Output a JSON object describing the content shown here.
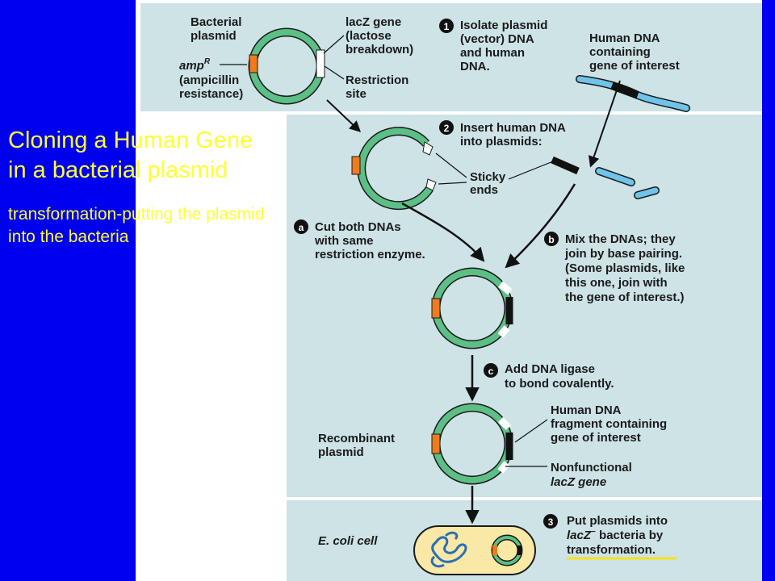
{
  "slide": {
    "title": "Cloning a Human Gene in a bacterial plasmid",
    "subtitle": "transformation-putting the plasmid into the bacteria"
  },
  "figure": {
    "labels": {
      "bacterial_plasmid": [
        "Bacterial",
        "plasmid"
      ],
      "ampr": "amp",
      "ampr_sup": "R",
      "ampr_desc": [
        "(ampicillin",
        "resistance)"
      ],
      "lacz_gene": [
        "lacZ gene",
        "(lactose",
        "breakdown)"
      ],
      "restriction_site": [
        "Restriction",
        "site"
      ],
      "human_dna": [
        "Human DNA",
        "containing",
        "gene of interest"
      ],
      "sticky_ends": [
        "Sticky",
        "ends"
      ],
      "recombinant_plasmid": [
        "Recombinant",
        "plasmid"
      ],
      "human_fragment": [
        "Human DNA",
        "fragment containing",
        "gene of interest"
      ],
      "nonfunctional_lacz": [
        "Nonfunctional",
        "lacZ gene"
      ],
      "ecoli": "E. coli cell"
    },
    "steps": [
      {
        "marker": "1",
        "lines": [
          "Isolate plasmid",
          "(vector) DNA",
          "and human",
          "DNA."
        ]
      },
      {
        "marker": "2",
        "lines": [
          "Insert human DNA",
          "into plasmids:"
        ]
      },
      {
        "marker": "a",
        "lines": [
          "Cut both DNAs",
          "with same",
          "restriction enzyme."
        ]
      },
      {
        "marker": "b",
        "lines": [
          "Mix the DNAs; they",
          "join by base pairing.",
          "(Some plasmids, like",
          "this one, join with",
          "the gene of interest.)"
        ]
      },
      {
        "marker": "c",
        "lines": [
          "Add DNA ligase",
          "to bond covalently."
        ]
      },
      {
        "marker": "3",
        "lines": [
          "Put plasmids into",
          "lacZ",
          "bacteria by",
          "transformation."
        ]
      }
    ],
    "colors": {
      "panel": "#cde3e6",
      "plasmid_ring": "#5cbf86",
      "ampr_gene": "#f07b1e",
      "human_dna": "#6ec4ea",
      "gene_of_interest": "#111111",
      "ecoli_cell": "#fae8a6",
      "underline": "#f5e11f",
      "slide_bg": "#0000f0",
      "title_text": "#ffff33"
    }
  }
}
